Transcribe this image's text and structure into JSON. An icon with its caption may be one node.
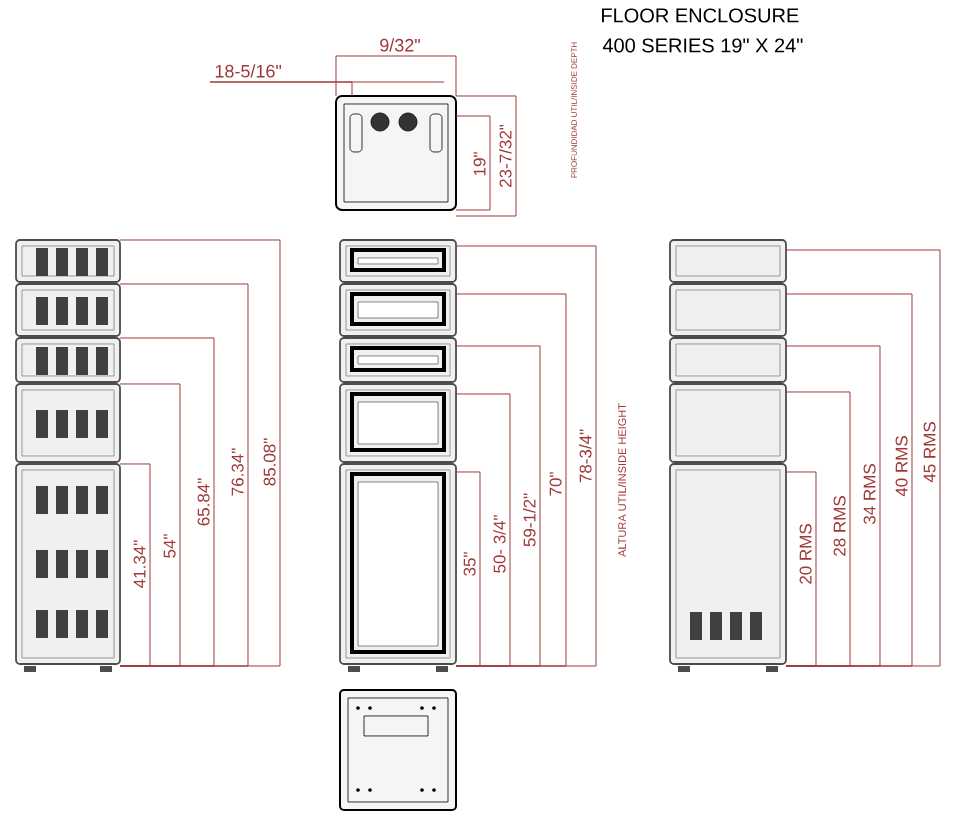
{
  "diagram": {
    "title": "FLOOR ENCLOSURE",
    "labels": [
      "400 SERIES 19\" X 24\"",
      "9/32\"",
      "18-5/16\"",
      "19\"",
      "23-7/32\"",
      "PROFUNDIDAD UTIL/INSIDE DEPTH",
      "41.34\"",
      "54\"",
      "65.84\"",
      "76.34\"",
      "85.08\"",
      "35\"",
      "50- 3/4\"",
      "59-1/2\"",
      "70\"",
      "78-3/4\"",
      "ALTURA UTIL/INSIDE HEIGHT",
      "20 RMS",
      "28 RMS",
      "34 RMS",
      "40 RMS",
      "45 RMS"
    ]
  }
}
